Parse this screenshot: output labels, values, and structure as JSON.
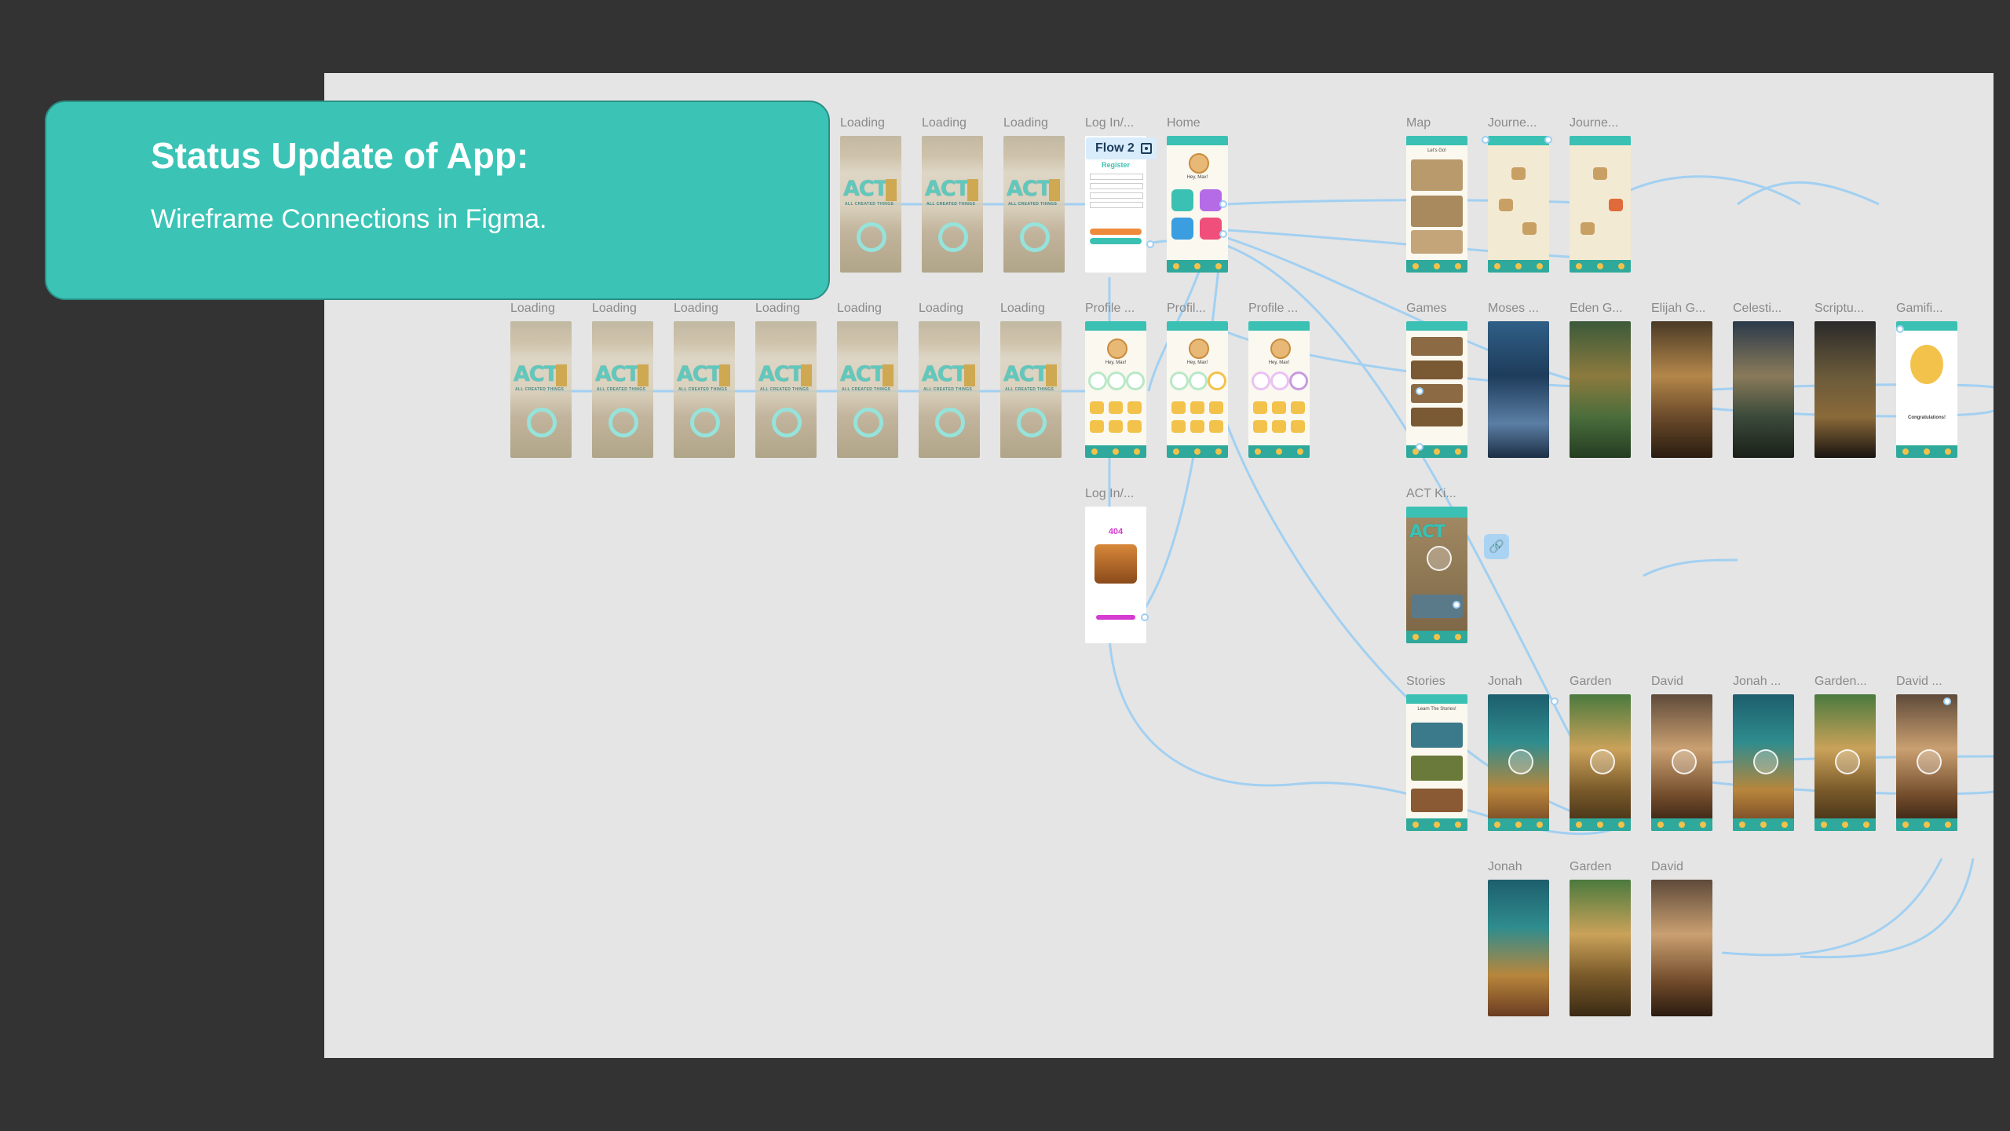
{
  "status_card": {
    "title": "Status Update of App:",
    "subtitle": "Wireframe Connections in Figma."
  },
  "flow_badge": {
    "label": "Flow 2",
    "icon": "flow-play-icon"
  },
  "link_button": {
    "icon": "link-icon"
  },
  "colors": {
    "accent": "#3bc4b6",
    "canvas": "#e5e5e5",
    "background": "#333333",
    "connector": "#9fcff2"
  },
  "frames": {
    "loading_row1": [
      "Loading",
      "Loading",
      "Loading"
    ],
    "loading_row2": [
      "Loading",
      "Loading",
      "Loading",
      "Loading",
      "Loading",
      "Loading",
      "Loading"
    ],
    "login": "Log In/...",
    "home": "Home",
    "profiles": [
      "Profile ...",
      "Profil...",
      "Profile ..."
    ],
    "login_error": "Log In/...",
    "map": "Map",
    "journeys": [
      "Journe...",
      "Journe..."
    ],
    "games": "Games",
    "game_frames": [
      "Moses ...",
      "Eden G...",
      "Elijah G...",
      "Celesti...",
      "Scriptu...",
      "Gamifi..."
    ],
    "act_kids": "ACT Ki...",
    "stories": "Stories",
    "story_frames": [
      "Jonah",
      "Garden",
      "David",
      "Jonah ...",
      "Garden...",
      "David ..."
    ],
    "story_frames_bottom": [
      "Jonah",
      "Garden",
      "David"
    ]
  },
  "app_content": {
    "logo": "ACT",
    "logo_sub": "ALL CREATED THINGS",
    "register_title": "Register",
    "greeting": "Hey, Max!",
    "error_code": "404",
    "stories_title": "Learn The Stories!",
    "map_title": "Let's Go!",
    "congrats": "Congratulations!"
  }
}
